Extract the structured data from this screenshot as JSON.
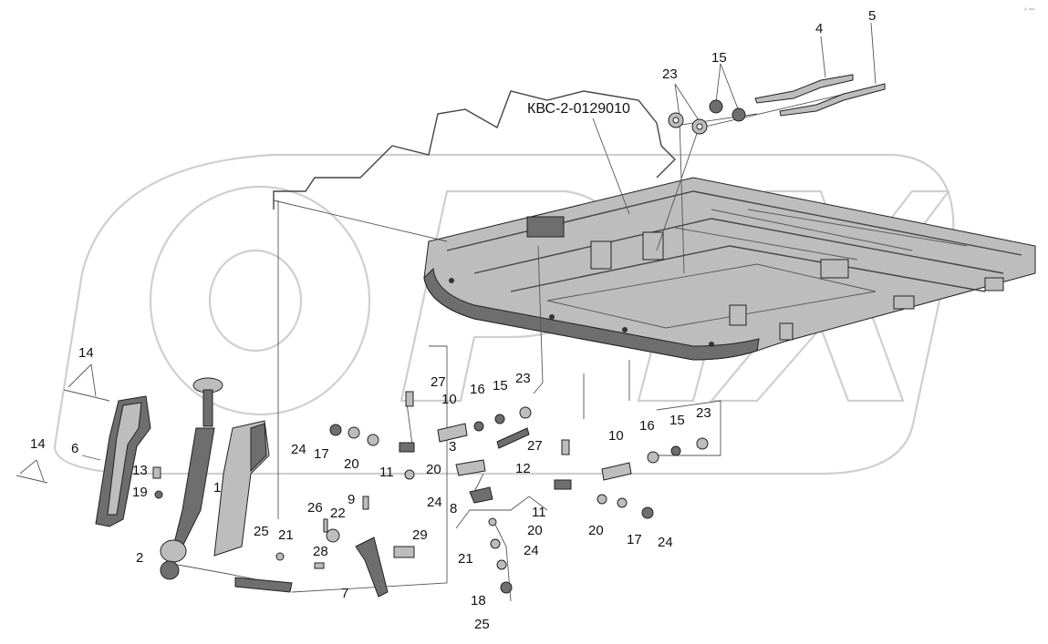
{
  "assembly_code": "КВС-2-0129010",
  "corner_mark": "♂ ▫▫▫",
  "watermark": "OPIX",
  "callouts": {
    "c1": "1",
    "c2": "2",
    "c3": "3",
    "c4": "4",
    "c5": "5",
    "c6": "6",
    "c7": "7",
    "c8": "8",
    "c9": "9",
    "c10a": "10",
    "c10b": "10",
    "c11a": "11",
    "c11b": "11",
    "c12": "12",
    "c13": "13",
    "c14a": "14",
    "c14b": "14",
    "c15a": "15",
    "c15b": "15",
    "c15c": "15",
    "c16a": "16",
    "c16b": "16",
    "c17a": "17",
    "c17b": "17",
    "c18": "18",
    "c19": "19",
    "c20a": "20",
    "c20b": "20",
    "c20c": "20",
    "c20d": "20",
    "c21a": "21",
    "c21b": "21",
    "c22": "22",
    "c23a": "23",
    "c23b": "23",
    "c23c": "23",
    "c24a": "24",
    "c24b": "24",
    "c24c": "24",
    "c24d": "24",
    "c25a": "25",
    "c25b": "25",
    "c26": "26",
    "c27a": "27",
    "c27b": "27",
    "c28": "28",
    "c29": "29"
  }
}
